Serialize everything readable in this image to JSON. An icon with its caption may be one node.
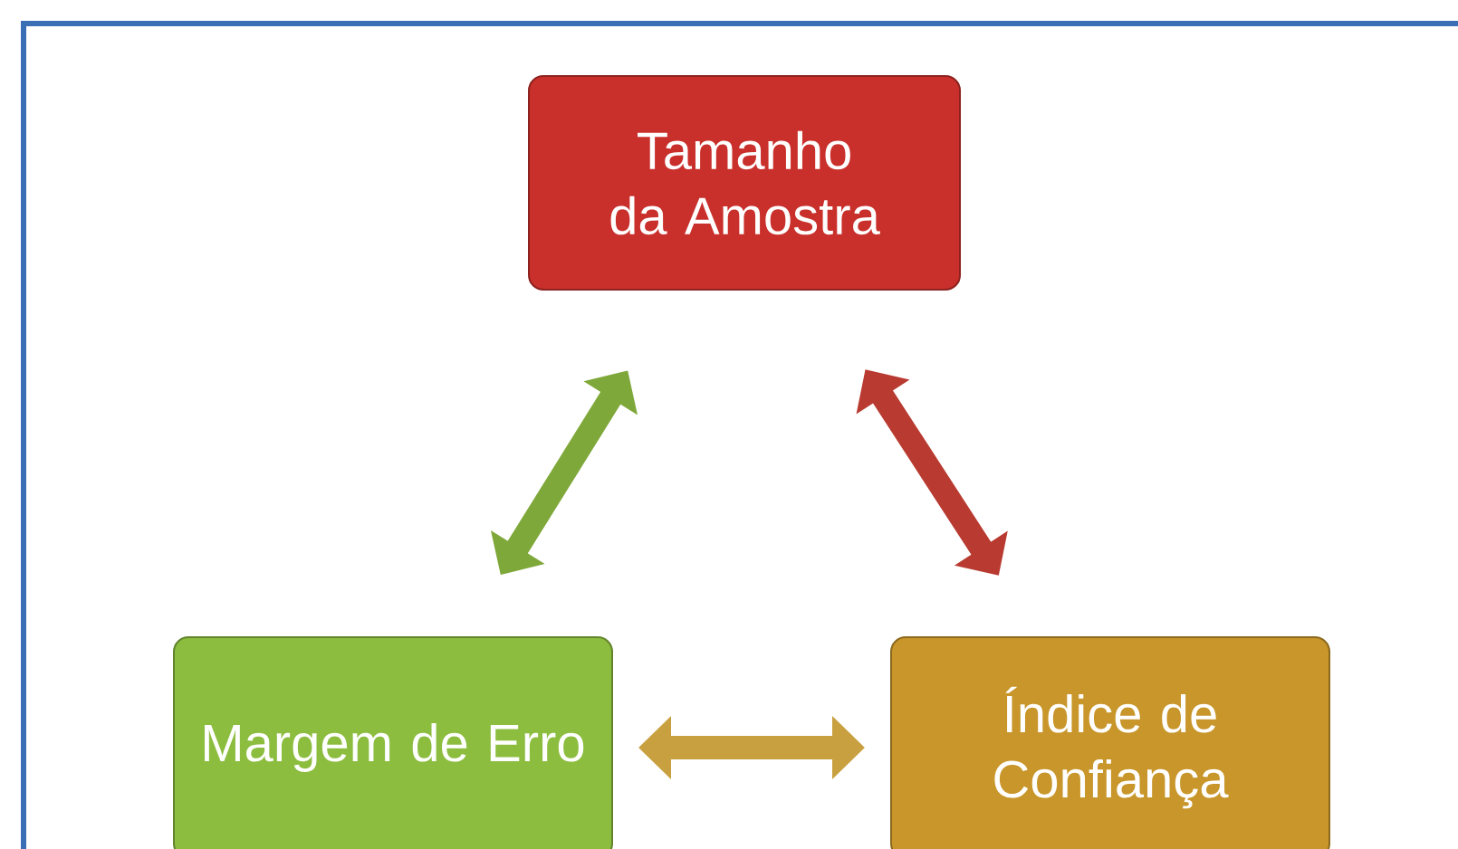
{
  "diagram": {
    "nodes": [
      {
        "text": [
          "Tamanho da Amostra"
        ]
      },
      {
        "text": [
          "Margem de Erro"
        ]
      },
      {
        "text": [
          "Índice de Confiança"
        ]
      }
    ],
    "edges": [
      {
        "from": 0,
        "to": 1,
        "arrow": "both",
        "color": "#7fa83a"
      },
      {
        "from": 0,
        "to": 2,
        "arrow": "both",
        "color": "#b83a30"
      },
      {
        "from": 1,
        "to": 2,
        "arrow": "both",
        "color": "#c9a040"
      }
    ]
  }
}
